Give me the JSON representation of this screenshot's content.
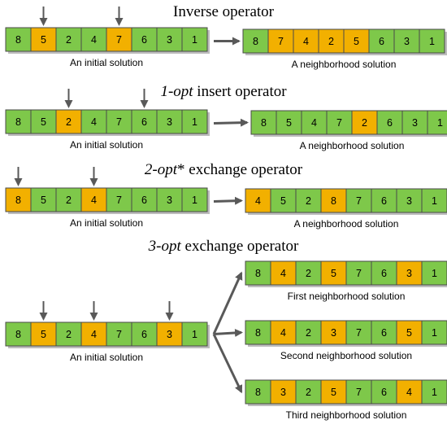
{
  "colors": {
    "green": "#7ec84a",
    "orange": "#f2b000",
    "cell_border": "#4a4a4a",
    "arrow": "#595959",
    "shadow": "#bdbdbd"
  },
  "panels": [
    {
      "id": "inverse",
      "title": {
        "italic": "",
        "normal": "Inverse operator"
      },
      "initial": {
        "values": [
          8,
          5,
          2,
          4,
          7,
          6,
          3,
          1
        ],
        "highlight": [
          1,
          4
        ],
        "arrows": [
          1,
          4
        ],
        "caption": "An initial solution"
      },
      "results": [
        {
          "values": [
            8,
            7,
            4,
            2,
            5,
            6,
            3,
            1
          ],
          "highlight": [
            1,
            2,
            3,
            4
          ],
          "caption": "A neighborhood solution"
        }
      ]
    },
    {
      "id": "insert",
      "title": {
        "italic": "1-opt",
        "normal": " insert operator"
      },
      "initial": {
        "values": [
          8,
          5,
          2,
          4,
          7,
          6,
          3,
          1
        ],
        "highlight": [
          2
        ],
        "arrows": [
          2,
          5
        ],
        "caption": "An initial solution"
      },
      "results": [
        {
          "values": [
            8,
            5,
            4,
            7,
            2,
            6,
            3,
            1
          ],
          "highlight": [
            4
          ],
          "caption": "A neighborhood solution"
        }
      ]
    },
    {
      "id": "exchange2",
      "title": {
        "italic": "2-opt",
        "normal": "* exchange operator"
      },
      "initial": {
        "values": [
          8,
          5,
          2,
          4,
          7,
          6,
          3,
          1
        ],
        "highlight": [
          0,
          3
        ],
        "arrows": [
          0,
          3
        ],
        "caption": "An initial solution"
      },
      "results": [
        {
          "values": [
            4,
            5,
            2,
            8,
            7,
            6,
            3,
            1
          ],
          "highlight": [
            0,
            3
          ],
          "caption": "A neighborhood solution"
        }
      ]
    },
    {
      "id": "exchange3",
      "title": {
        "italic": "3-opt",
        "normal": " exchange operator"
      },
      "initial": {
        "values": [
          8,
          5,
          2,
          4,
          7,
          6,
          3,
          1
        ],
        "highlight": [
          1,
          3,
          6
        ],
        "arrows": [
          1,
          3,
          6
        ],
        "caption": "An initial solution"
      },
      "results": [
        {
          "values": [
            8,
            4,
            2,
            5,
            7,
            6,
            3,
            1
          ],
          "highlight": [
            1,
            3,
            6
          ],
          "caption": "First neighborhood solution"
        },
        {
          "values": [
            8,
            4,
            2,
            3,
            7,
            6,
            5,
            1
          ],
          "highlight": [
            1,
            3,
            6
          ],
          "caption": "Second neighborhood solution"
        },
        {
          "values": [
            8,
            3,
            2,
            5,
            7,
            6,
            4,
            1
          ],
          "highlight": [
            1,
            3,
            6
          ],
          "caption": "Third neighborhood solution"
        }
      ]
    }
  ]
}
